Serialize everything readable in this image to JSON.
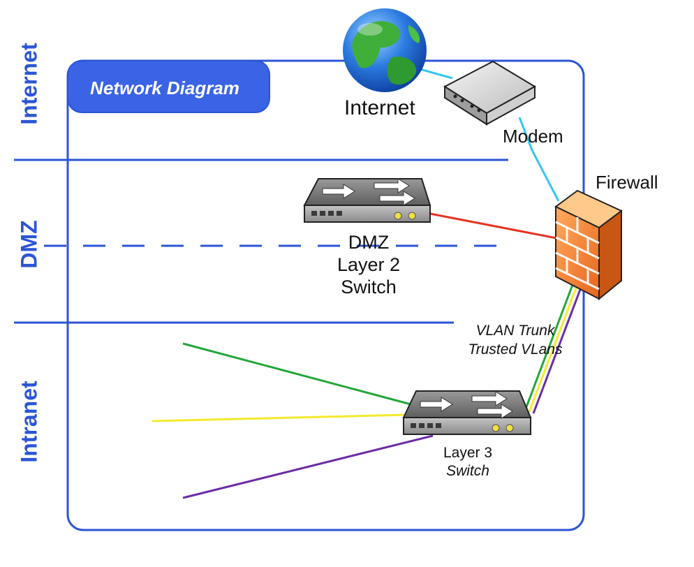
{
  "title": "Network Diagram",
  "zones": {
    "internet": "Internet",
    "dmz": "DMZ",
    "intranet": "Intranet"
  },
  "nodes": {
    "internet": "Internet",
    "modem": "Modem",
    "firewall": "Firewall",
    "dmz_switch": {
      "line1": "DMZ",
      "line2": "Layer 2",
      "line3": "Switch"
    },
    "l3_switch": {
      "line1": "Layer 3",
      "line2": "Switch"
    }
  },
  "trunk": {
    "line1": "VLAN Trunk",
    "line2": "Trusted VLans"
  },
  "colors": {
    "accent": "#2b55d6",
    "title_bg": "#3a63e6",
    "cyan_link": "#34c6f0",
    "red_link": "#e53322",
    "green_link": "#23a63a",
    "yellow_link": "#f3ea2c",
    "purple_link": "#6b2ca6",
    "firewall": "#f07e2e"
  }
}
